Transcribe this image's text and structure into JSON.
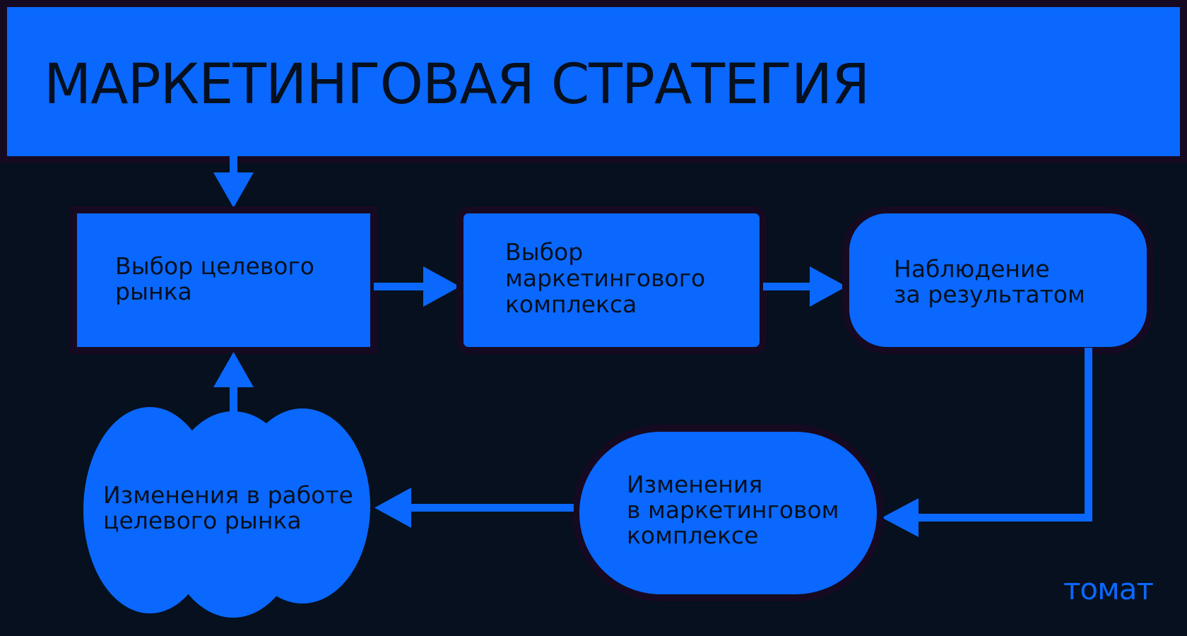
{
  "colors": {
    "background": "#06101e",
    "accent": "#0a68ff",
    "outline": "#160a22",
    "text_dark": "#06101e"
  },
  "header": {
    "title": "МАРКЕТИНГОВАЯ СТРАТЕГИЯ"
  },
  "nodes": {
    "target_market": {
      "line1": "Выбор целевого",
      "line2": "рынка"
    },
    "marketing_mix": {
      "line1": "Выбор",
      "line2": "маркетингового",
      "line3": "комплекса"
    },
    "monitoring": {
      "line1": "Наблюдение",
      "line2": "за результатом"
    },
    "mix_changes": {
      "line1": "Изменения",
      "line2": "в маркетинговом",
      "line3": "комплексе"
    },
    "market_changes": {
      "line1": "Изменения в работе",
      "line2": "целевого рынка"
    }
  },
  "logo": {
    "text": "томат"
  }
}
